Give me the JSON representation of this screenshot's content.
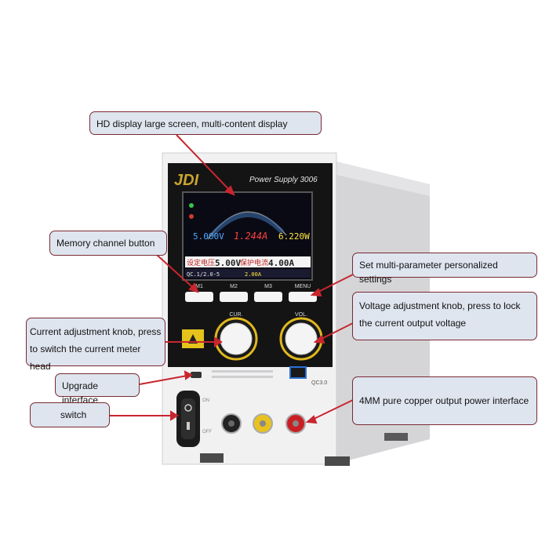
{
  "callouts": {
    "hd_display": "HD display large screen, multi-content display",
    "memory": "Memory channel button",
    "settings": "Set multi-parameter personalized settings",
    "voltage_line1": "Voltage adjustment knob, press to lock",
    "voltage_line2": "the current output voltage",
    "current_line1": "Current adjustment knob, press",
    "current_line2": "to switch the current meter head",
    "upgrade": "Upgrade interface",
    "switch": "switch",
    "output": "4MM pure copper output power interface"
  },
  "device": {
    "brand": "JDI",
    "model": "Power Supply 3006",
    "screen": {
      "volt_left": "5.000V",
      "center_reading": "1.244A",
      "watt_right": "6.220W",
      "row1_left": "设定电压",
      "row1_val": "5.00V",
      "row1_mid": "保护电流",
      "row1_val2": "4.00A",
      "row2_left": "QC.1/2.0-5",
      "row2_mid": "2.00A"
    },
    "buttons": [
      "M1",
      "M2",
      "M3",
      "MENU"
    ],
    "knob_left": "CUR.",
    "knob_right": "VOL.",
    "usb_label": "QC3.0",
    "switch_on": "ON",
    "switch_off": "OFF"
  },
  "colors": {
    "callout_fill": "#dfe5ef",
    "callout_border": "#7a2a32",
    "leader_line": "#c8262e",
    "panel_black": "#141414",
    "knob_ring": "#e0b81e"
  }
}
